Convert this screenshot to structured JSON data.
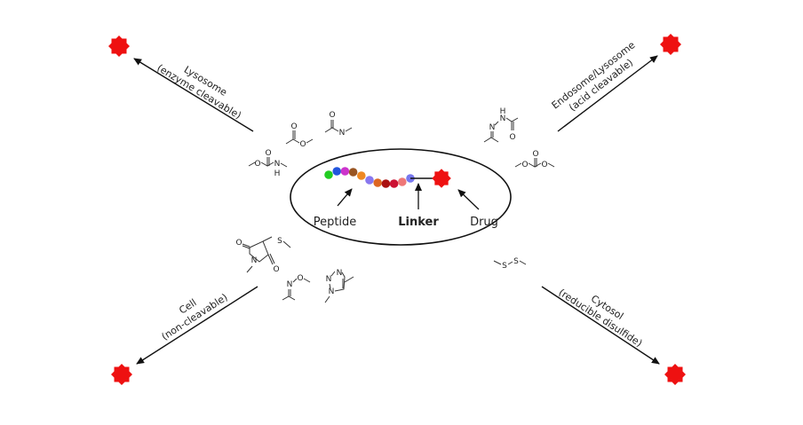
{
  "colors": {
    "payload": "#ee1111",
    "arrow": "#111111",
    "ellipse_stroke": "#111111",
    "text": "#222222"
  },
  "center": {
    "peptide_label": "Peptide",
    "linker_label": "Linker",
    "drug_label": "Drug",
    "bead_colors": [
      "#22cc22",
      "#2255dd",
      "#cc33cc",
      "#995522",
      "#ee8822",
      "#8877ee",
      "#dd6622",
      "#aa1111",
      "#cc1133",
      "#ee7777",
      "#7777ee"
    ]
  },
  "pathways": {
    "lysosome": {
      "line1": "Lysosome",
      "line2": "(enzyme cleavable)"
    },
    "endosome": {
      "line1": "Endosome/Lysosome",
      "line2": "(acid cleavable)"
    },
    "cell": {
      "line1": "Cell",
      "line2": "(non-cleavable)"
    },
    "cytosol": {
      "line1": "Cytosol",
      "line2": "(reducible disulfide)"
    }
  },
  "chem_atoms": {
    "O": "O",
    "N": "N",
    "H": "H",
    "S": "S"
  }
}
